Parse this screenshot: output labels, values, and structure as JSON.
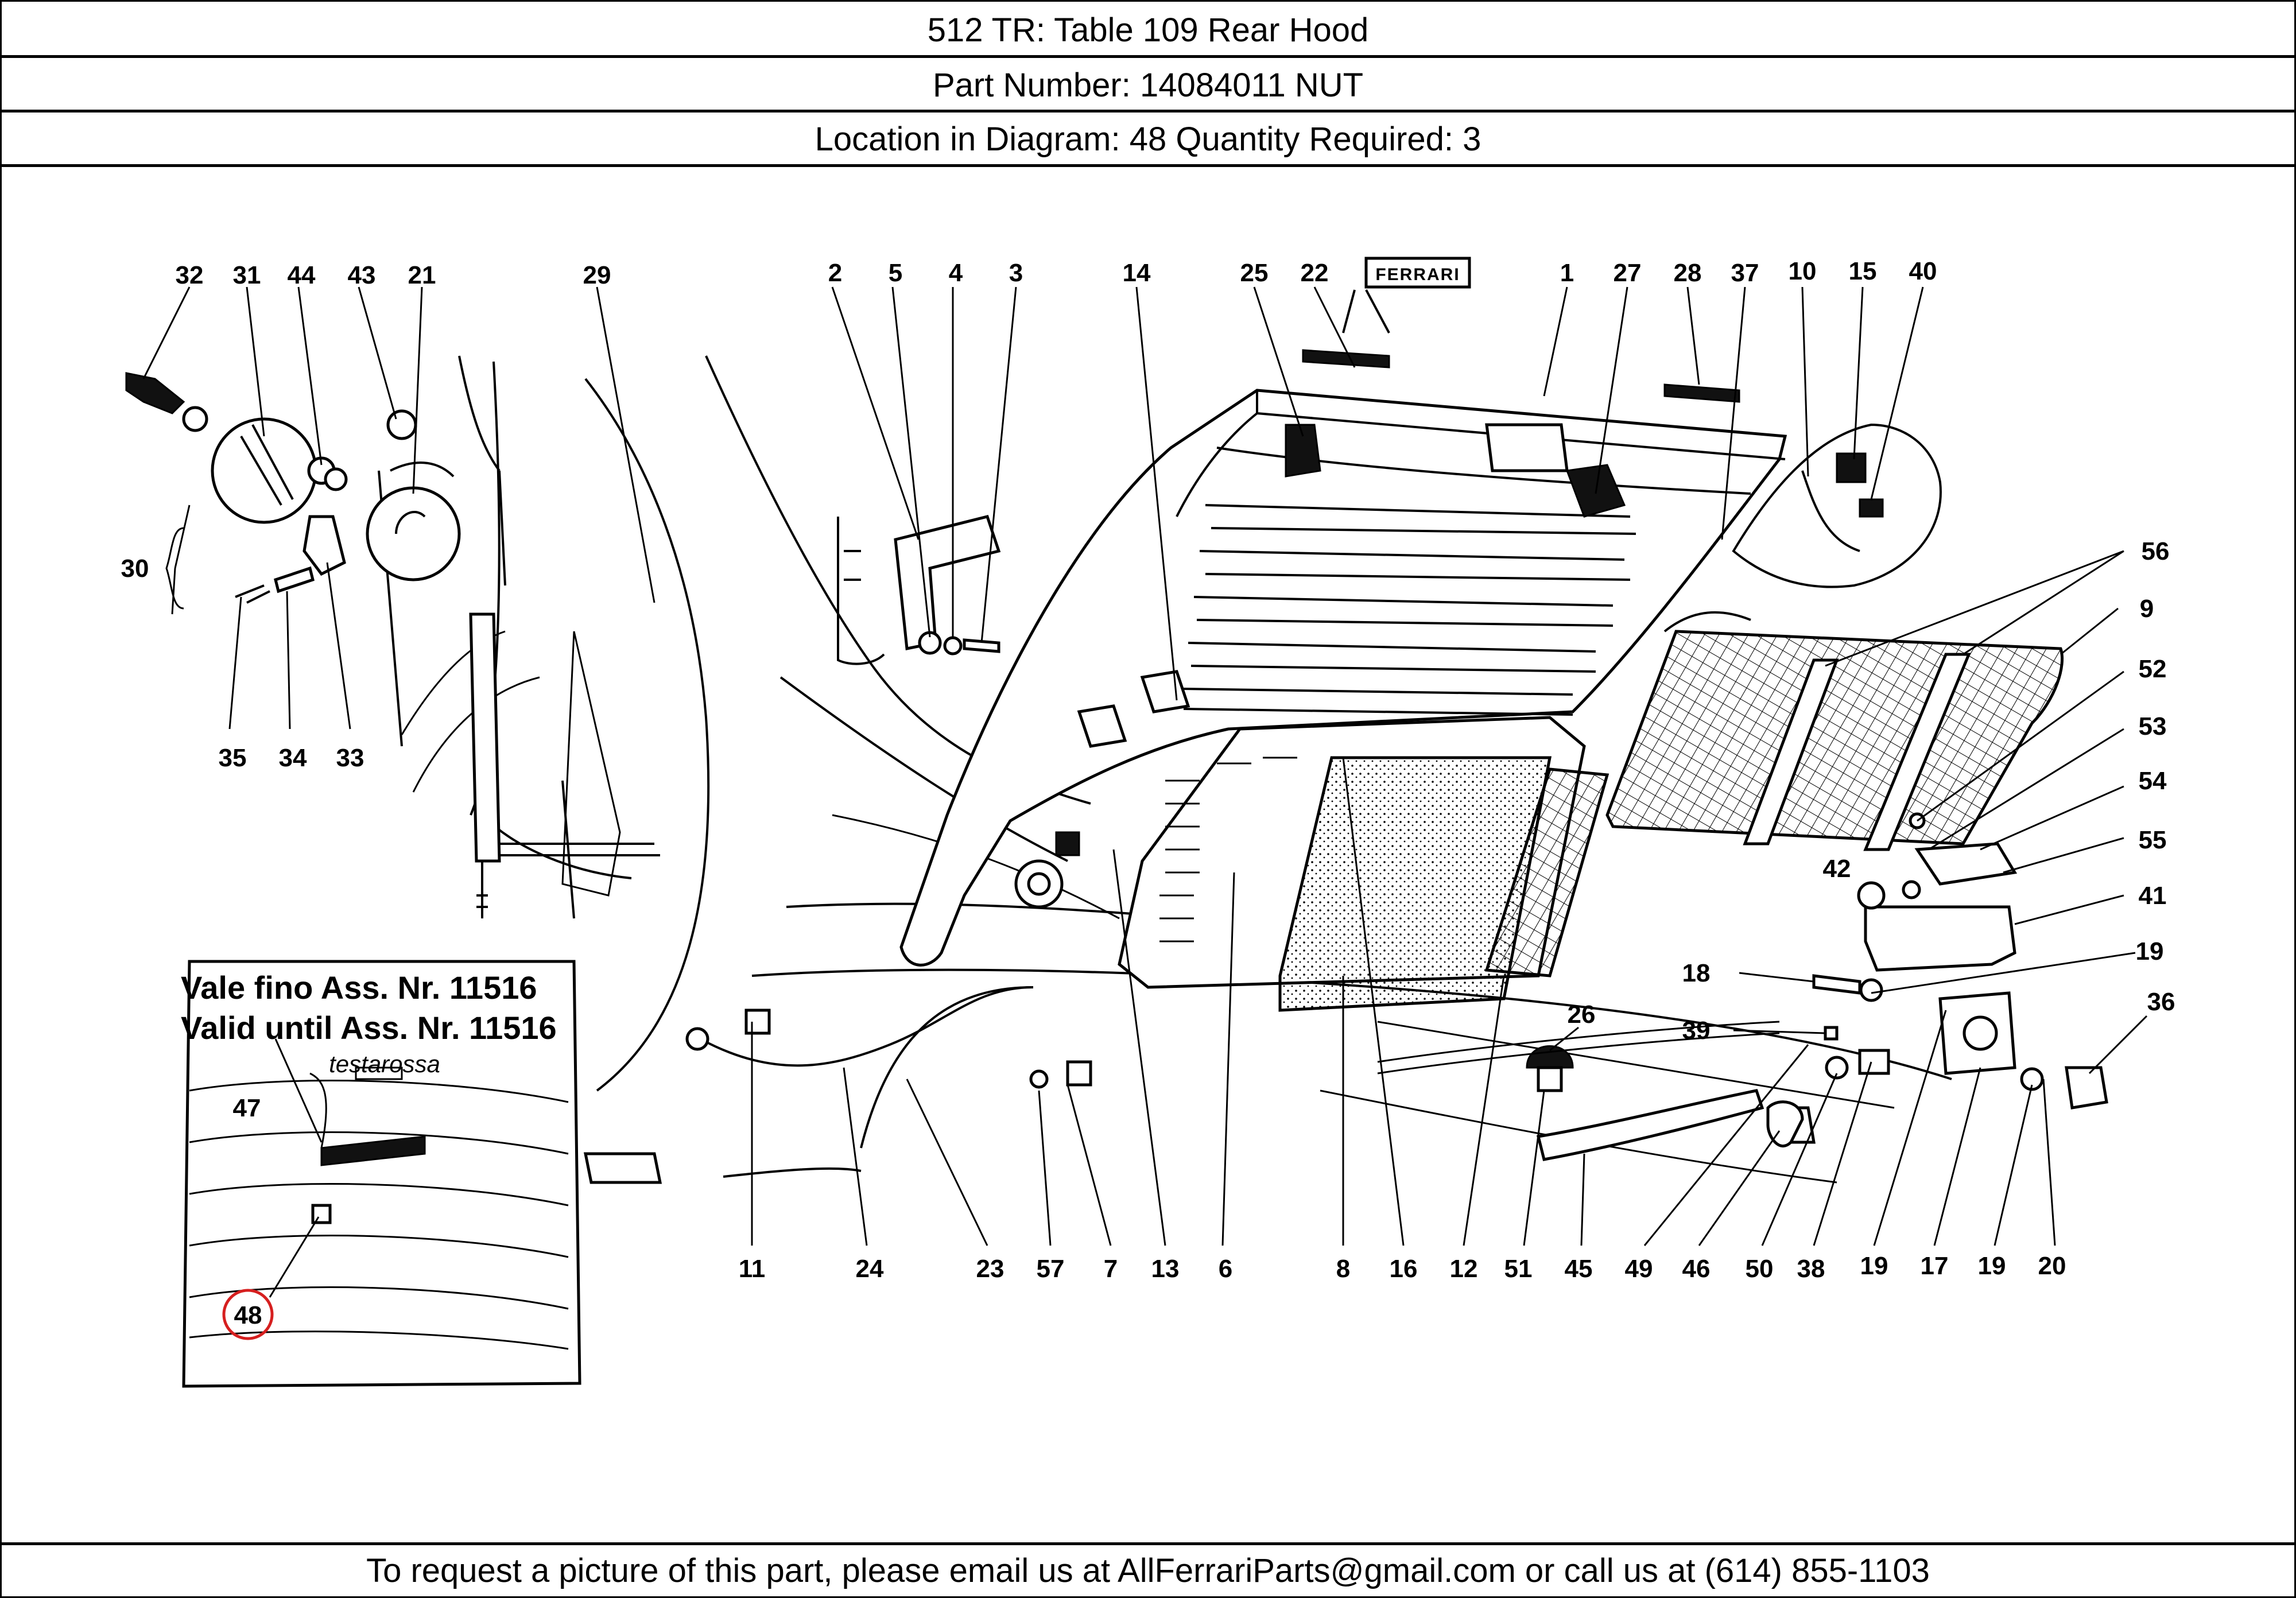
{
  "header": {
    "title": "512 TR:   Table 109 Rear Hood",
    "part_number": "Part Number: 14084011   NUT",
    "location": "Location in Diagram: 48   Quantity Required: 3"
  },
  "diagram": {
    "callouts": [
      "32",
      "31",
      "44",
      "43",
      "21",
      "29",
      "2",
      "5",
      "4",
      "3",
      "14",
      "25",
      "22",
      "1",
      "27",
      "28",
      "37",
      "10",
      "15",
      "40",
      "30",
      "56",
      "9",
      "52",
      "53",
      "54",
      "55",
      "42",
      "41",
      "19",
      "18",
      "36",
      "39",
      "26",
      "35",
      "34",
      "33",
      "11",
      "24",
      "23",
      "57",
      "7",
      "13",
      "6",
      "8",
      "16",
      "12",
      "51",
      "45",
      "49",
      "46",
      "50",
      "38",
      "19b",
      "17",
      "19c",
      "20",
      "48"
    ],
    "callout_text": {
      "c32": "32",
      "c31": "31",
      "c44": "44",
      "c43": "43",
      "c21": "21",
      "c29": "29",
      "c2": "2",
      "c5": "5",
      "c4": "4",
      "c3": "3",
      "c14": "14",
      "c25": "25",
      "c22": "22",
      "c1": "1",
      "c27": "27",
      "c28": "28",
      "c37": "37",
      "c10": "10",
      "c15": "15",
      "c40": "40",
      "c30": "30",
      "c56": "56",
      "c9": "9",
      "c52": "52",
      "c53": "53",
      "c54": "54",
      "c55": "55",
      "c42": "42",
      "c41": "41",
      "c19a": "19",
      "c18": "18",
      "c36": "36",
      "c39": "39",
      "c26": "26",
      "c35": "35",
      "c34": "34",
      "c33": "33",
      "c11": "11",
      "c24": "24",
      "c23": "23",
      "c57": "57",
      "c7": "7",
      "c13": "13",
      "c6": "6",
      "c8": "8",
      "c16": "16",
      "c12": "12",
      "c51": "51",
      "c45": "45",
      "c49": "49",
      "c46": "46",
      "c50": "50",
      "c38": "38",
      "c19b": "19",
      "c17": "17",
      "c19c": "19",
      "c20": "20",
      "c47": "47",
      "c48": "48"
    },
    "badge_text": "FERRARI",
    "highlighted_callout": "48",
    "highlight_color": "#d61f1f",
    "inset": {
      "line1": "Vale fino Ass. Nr. 11516",
      "line2": "Valid until Ass. Nr. 11516",
      "emblem": "testarossa"
    }
  },
  "footer": {
    "text": "To request a picture of this part, please email us at AllFerrariParts@gmail.com or call us at (614) 855-1103"
  }
}
